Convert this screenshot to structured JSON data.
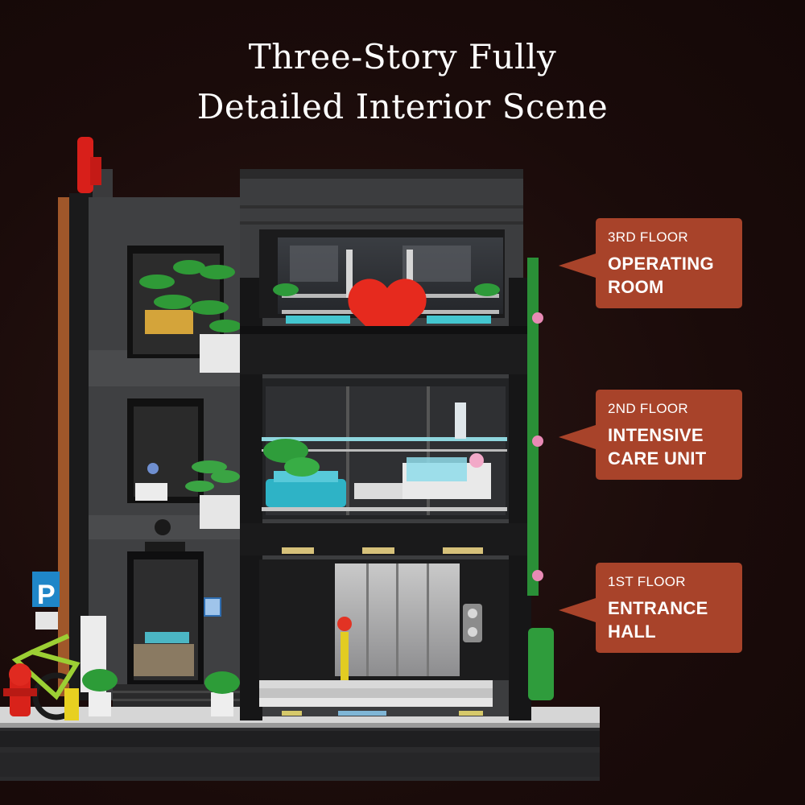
{
  "title": {
    "line1": "Three-Story Fully",
    "line2": "Detailed Interior Scene"
  },
  "callouts": [
    {
      "floor": "3RD FLOOR",
      "name_line1": "OPERATING",
      "name_line2": "ROOM"
    },
    {
      "floor": "2ND FLOOR",
      "name_line1": "INTENSIVE",
      "name_line2": "CARE UNIT"
    },
    {
      "floor": "1ST FLOOR",
      "name_line1": "ENTRANCE",
      "name_line2": "HALL"
    }
  ],
  "colors": {
    "background": "#1e0d0c",
    "callout": "#a8432a",
    "heart": "#e62a1e",
    "building": "#3d3d3f"
  }
}
